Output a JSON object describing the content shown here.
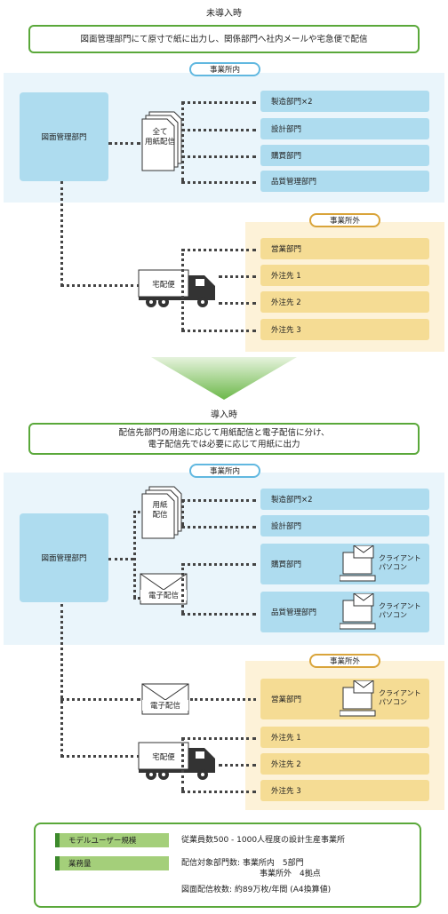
{
  "before": {
    "title": "未導入時",
    "summary": "図面管理部門にて原寸で紙に出力し、関係部門へ社内メールや宅急便で配信",
    "inside_label": "事業所内",
    "outside_label": "事業所外",
    "source": "図面管理部門",
    "doc_label": "全て\n用紙配信",
    "inside_targets": [
      "製造部門×2",
      "設計部門",
      "購買部門",
      "品質管理部門"
    ],
    "truck_label": "宅配便",
    "outside_targets": [
      "営業部門",
      "外注先 1",
      "外注先 2",
      "外注先 3"
    ]
  },
  "after": {
    "title": "導入時",
    "summary_line1": "配信先部門の用途に応じて用紙配信と電子配信に分け、",
    "summary_line2": "電子配信先では必要に応じて用紙に出力",
    "inside_label": "事業所内",
    "outside_label": "事業所外",
    "source": "図面管理部門",
    "paper_label": "用紙\n配信",
    "email_label": "電子配信",
    "inside_targets": [
      "製造部門×2",
      "設計部門",
      "購買部門",
      "品質管理部門"
    ],
    "client_pc_label": "クライアント\nパソコン",
    "outside_email_label": "電子配信",
    "truck_label": "宅配便",
    "outside_targets": [
      "営業部門",
      "外注先 1",
      "外注先 2",
      "外注先 3"
    ]
  },
  "info": {
    "model_label": "モデルユーザー規模",
    "model_value": "従業員数500 - 1000人程度の設計生産事業所",
    "work_label": "業務量",
    "work_line1": "配信対象部門数: 事業所内　5部門",
    "work_line2": "事業所外　4拠点",
    "work_line3": "図面配信枚数: 約89万枚/年間 (A4換算値)"
  },
  "colors": {
    "green": "#5aa83a",
    "blue_box": "#aedcef",
    "yellow_box": "#f5dc94",
    "panel_blue": "#eaf5fb",
    "panel_yellow": "#fdf2d8"
  }
}
